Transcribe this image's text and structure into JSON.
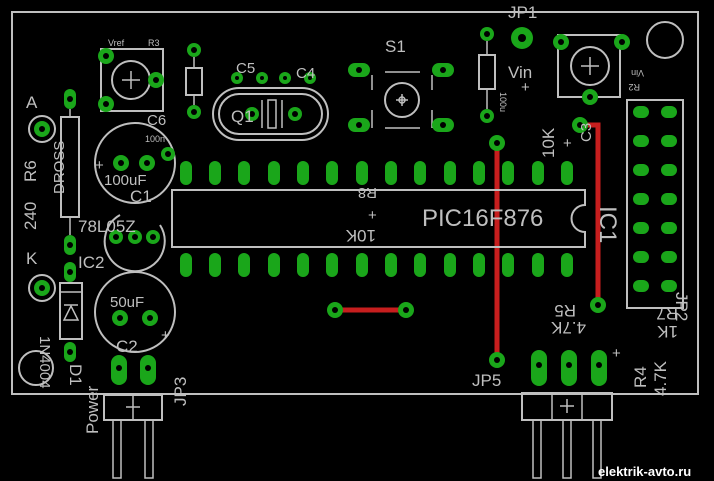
{
  "board": {
    "labels": {
      "jp1": "JP1",
      "s1": "S1",
      "vin": "Vin",
      "vin_small": "Vin",
      "vref_small": "Vref",
      "r2_small": "R2",
      "r3_small": "R3",
      "a": "A",
      "k": "K",
      "r6": "R6",
      "r6_val": "240",
      "dross": "DROSS",
      "c6": "C6",
      "c6_val": "100n",
      "c1": "C1",
      "c1_val": "100uF",
      "c5": "C5",
      "c4": "C4",
      "q1": "Q1",
      "ic2": "IC2",
      "ic2_val": "78L05Z",
      "c2": "C2",
      "c2_val": "50uF",
      "d1": "D1",
      "d1_val": "1N4004",
      "power": "Power",
      "jp3": "JP3",
      "jp5": "JP5",
      "ic1": "IC1",
      "ic1_val": "PIC16F876",
      "r8": "R8",
      "r8_val": "10K",
      "c3": "C3",
      "c3_val": "10K",
      "jp2": "JP2",
      "c_small": "100u",
      "r5": "R5",
      "r5_val": "4.7K",
      "r7": "R7",
      "r7_val": "1K",
      "r4": "R4",
      "r4_val": "4.7K",
      "plus": "+"
    },
    "watermark": "elektrik-avto.ru"
  },
  "colors": {
    "background": "#000000",
    "silkscreen": "#bfbfbf",
    "pad": "#1aa61a",
    "trace": "#c71e1e"
  }
}
